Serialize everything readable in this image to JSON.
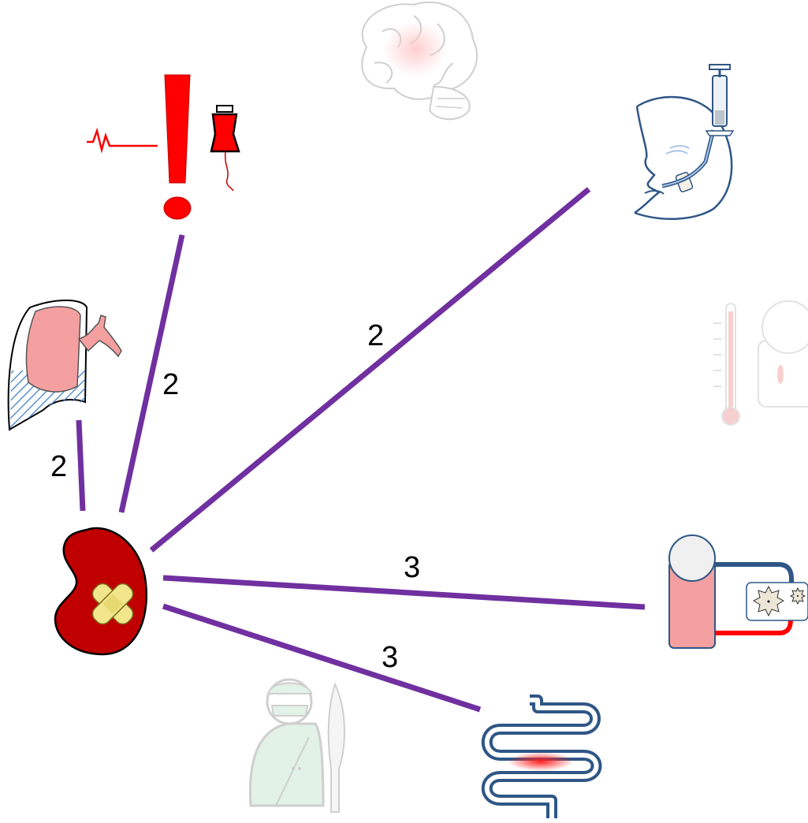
{
  "colors": {
    "edge": "#7030A0",
    "kidney": "#C00000",
    "bandage": "#F2E68C",
    "alert": "#FF0000",
    "navy": "#2F5686",
    "pink": "#F4A0A0",
    "mint": "#CFEBD7",
    "grey": "#C8C8C8"
  },
  "nodes": {
    "kidney": {
      "icon": "injured-kidney-icon"
    },
    "shock": {
      "icon": "hemorrhage-alert-icon"
    },
    "lung": {
      "icon": "pleural-effusion-lung-icon"
    },
    "intubation": {
      "icon": "intubated-face-icon"
    },
    "brain": {
      "icon": "brain-icon",
      "faded": true
    },
    "fever": {
      "icon": "thermometer-patient-icon",
      "faded": true
    },
    "ecmo": {
      "icon": "patient-circuit-icon"
    },
    "bowel": {
      "icon": "inflamed-bowel-icon"
    },
    "surgery": {
      "icon": "surgeon-scalpel-icon",
      "faded": true
    }
  },
  "edges": [
    {
      "id": "kidney-lung",
      "weight": "2"
    },
    {
      "id": "kidney-shock",
      "weight": "2"
    },
    {
      "id": "kidney-intubation",
      "weight": "2"
    },
    {
      "id": "kidney-ecmo",
      "weight": "3"
    },
    {
      "id": "kidney-bowel",
      "weight": "3"
    }
  ]
}
